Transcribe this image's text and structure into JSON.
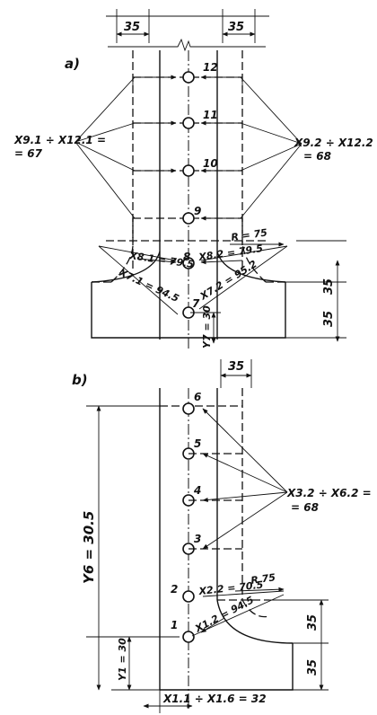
{
  "view_a": {
    "label": "a)",
    "dim_left": "35",
    "dim_right": "35",
    "holes": [
      "12",
      "11",
      "10",
      "9",
      "8",
      "7"
    ],
    "left_label_line1": "X9.1 ÷ X12.1 =",
    "left_label_line2": "= 67",
    "right_label_line1": "X9.2 ÷ X12.2",
    "right_label_line2": "= 68",
    "x81": "X8.1 = 79.5",
    "x82": "X8.2 = 79.5",
    "x71": "X7.1 = 94.5",
    "x72": "X7.2 = 95.2",
    "radius": "R = 75",
    "dim_35_upper": "35",
    "dim_35_lower": "35",
    "y7": "Y7 = 30"
  },
  "view_b": {
    "label": "b)",
    "dim_top": "35",
    "holes": [
      "6",
      "5",
      "4",
      "3",
      "2",
      "1"
    ],
    "right_label_line1": "X3.2 ÷ X6.2 =",
    "right_label_line2": "= 68",
    "x22": "X2.2 = 70.5",
    "x12": "X1.2 = 94.5",
    "radius": "R 75",
    "y6": "Y6 = 30.5",
    "y1": "Y1 = 30",
    "dim_35_upper": "35",
    "dim_35_lower": "35",
    "bottom_label": "X1.1 ÷ X1.6 = 32"
  }
}
